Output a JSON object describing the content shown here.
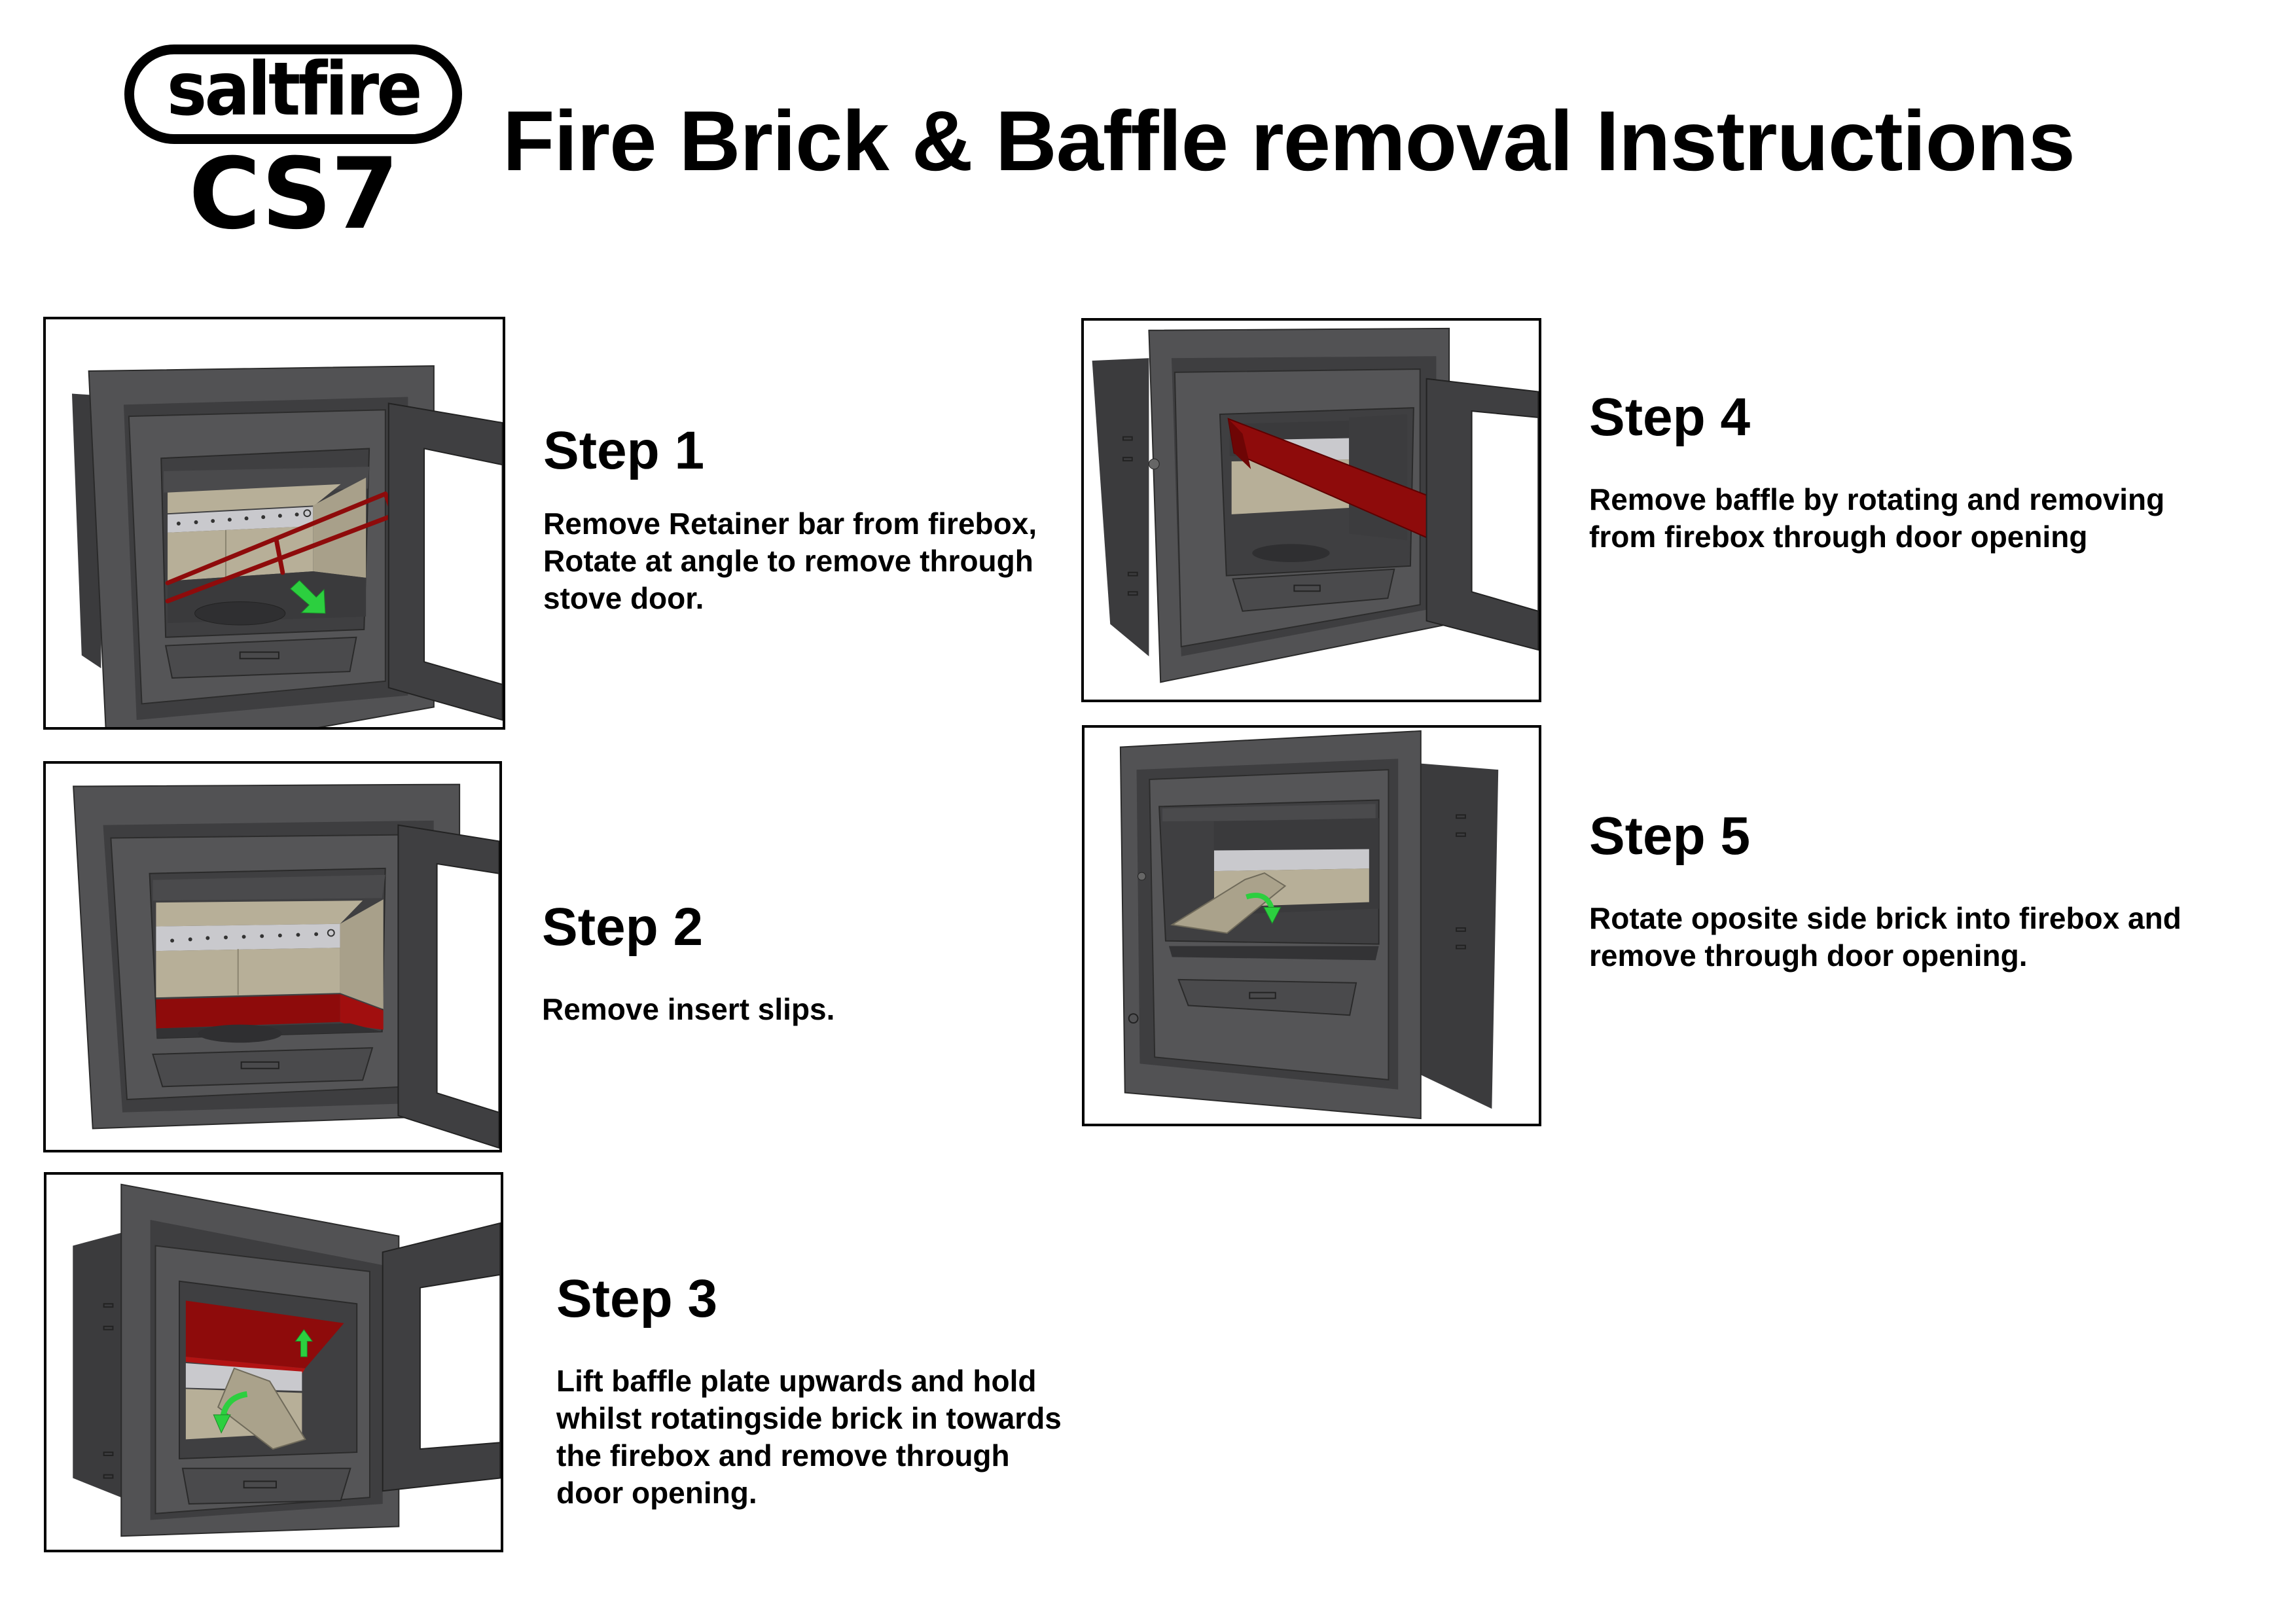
{
  "logo": {
    "brand": "saltfire",
    "model": "CS7"
  },
  "header": {
    "title": "Fire Brick & Baffle removal Instructions"
  },
  "colors": {
    "stove_body": "#525254",
    "stove_dark": "#3b3b3d",
    "fire_brick": "#b7af98",
    "steel_plate": "#c9c9cd",
    "highlight_red": "#8e0b0b",
    "arrow_green": "#2ccf3f"
  },
  "steps": [
    {
      "number": 1,
      "heading": "Step 1",
      "lines": [
        "Remove Retainer bar from firebox,",
        "Rotate at angle to remove through",
        "stove door."
      ],
      "illustration": {
        "description": "Stove with door open, red retainer bar being removed",
        "highlighted_part": "retainer bar",
        "arrow": "green arrow pointing down-right"
      }
    },
    {
      "number": 2,
      "heading": "Step 2",
      "lines": [
        "Remove insert slips."
      ],
      "illustration": {
        "description": "Stove with door open, red insert slips at base of firebox",
        "highlighted_part": "insert slips"
      }
    },
    {
      "number": 3,
      "heading": "Step 3",
      "lines": [
        "Lift baffle plate upwards and hold",
        "whilst rotatingside brick in towards",
        "the firebox and remove through",
        "door opening."
      ],
      "illustration": {
        "description": "Red baffle plate lifted, side brick rotated inward",
        "highlighted_part": "baffle plate",
        "arrow": "green up arrow and green curved arrow"
      }
    },
    {
      "number": 4,
      "heading": "Step 4",
      "lines": [
        "Remove baffle by rotating and removing",
        "from firebox through door opening"
      ],
      "illustration": {
        "description": "Red baffle being rotated out through door opening",
        "highlighted_part": "baffle"
      }
    },
    {
      "number": 5,
      "heading": "Step 5",
      "lines": [
        "Rotate oposite side brick into firebox and",
        "remove through door opening."
      ],
      "illustration": {
        "description": "Opposite side brick rotated into firebox",
        "highlighted_part": "side brick",
        "arrow": "green curved arrow"
      }
    }
  ]
}
